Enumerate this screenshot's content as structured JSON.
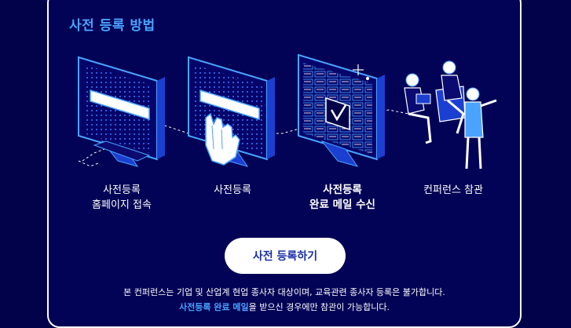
{
  "section": {
    "title": "사전 등록 방법"
  },
  "steps": [
    {
      "line1": "사전등록",
      "line2": "홈페이지 접속"
    },
    {
      "line1": "사전등록",
      "line2": ""
    },
    {
      "line1": "사전등록",
      "line2": "완료 메일 수신"
    },
    {
      "line1": "컨퍼런스 참관",
      "line2": ""
    }
  ],
  "cta": {
    "label": "사전 등록하기"
  },
  "notes": {
    "line1": "본 컨퍼런스는 기업 및 산업계 현업 종사자 대상이며, 교육관련 종사자 등록은 불가합니다.",
    "line2_highlight": "사전등록 완료 메일",
    "line2_rest": "을 받으신 경우에만 참관이 가능합니다."
  },
  "colors": {
    "background": "#02024a",
    "accent": "#4aa3ff",
    "button_text": "#1a2fa8"
  },
  "icons": [
    "monitor-icon",
    "pointing-hand-icon",
    "checkmark-icon",
    "people-icon"
  ]
}
